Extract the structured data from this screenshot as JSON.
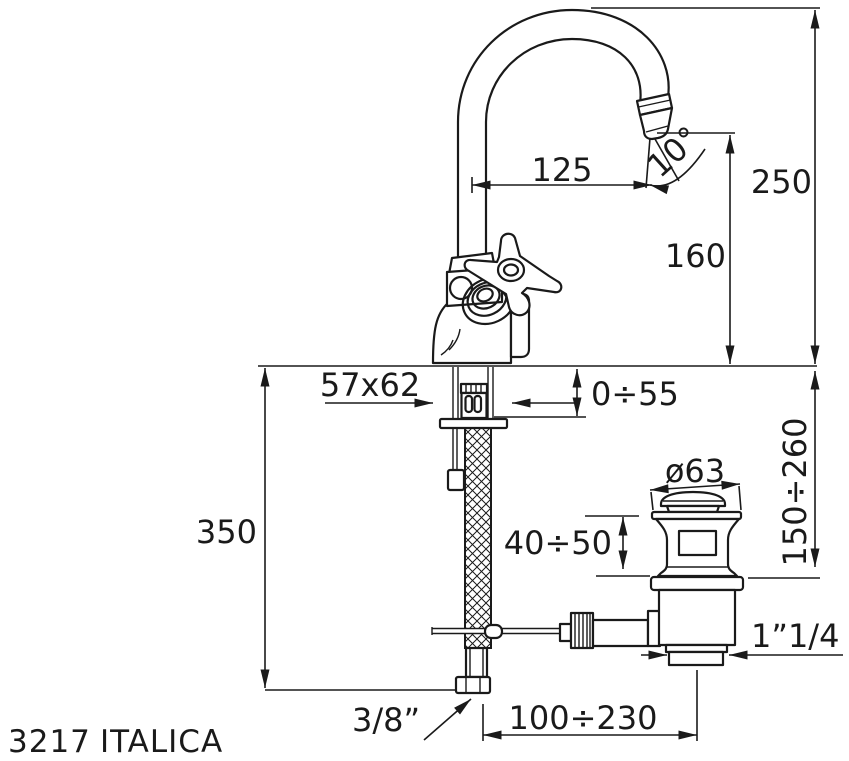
{
  "drawing": {
    "title": {
      "code": "3217",
      "name": "ITALICA"
    },
    "dimensions": {
      "spout_reach": "125",
      "spout_angle": "10°",
      "overall_height": "250",
      "outlet_height": "160",
      "body_base": "57x62",
      "deck_thickness": "0÷55",
      "supply_length": "350",
      "waste_cap_diameter": "ø63",
      "waste_cap_height": "40÷50",
      "waste_height_range": "150÷260",
      "waste_thread": "1”1/4",
      "supply_thread": "3/8”",
      "waste_offset": "100÷230"
    },
    "colors": {
      "line": "#1a1a1a",
      "background": "#ffffff"
    }
  }
}
